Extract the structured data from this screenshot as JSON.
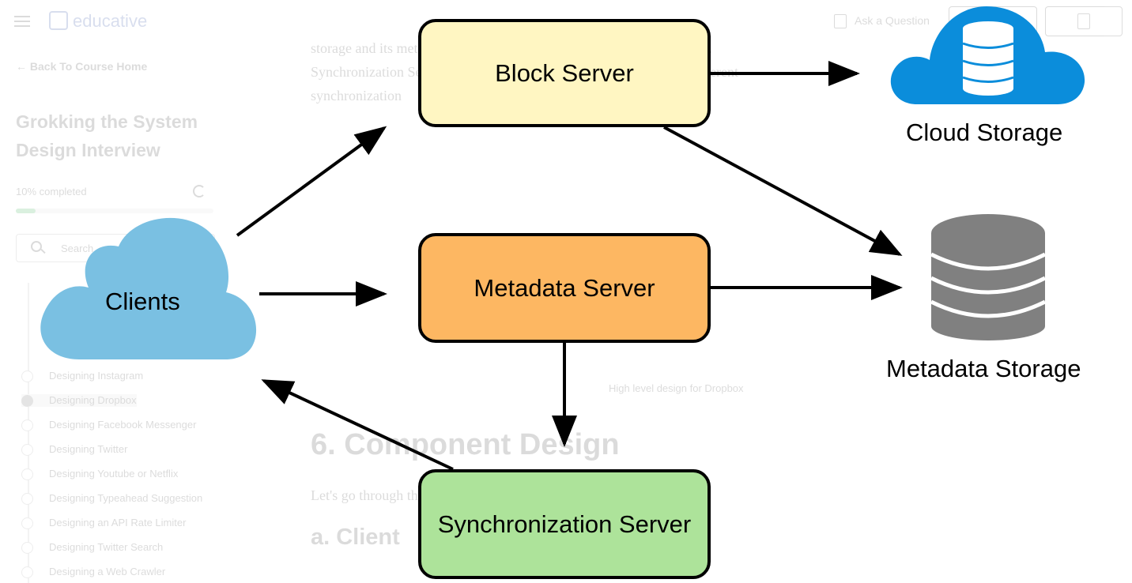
{
  "background_page": {
    "logo_text": "educative",
    "ask_question": "Ask a Question",
    "back_link": "Back To Course Home",
    "course_title": "Grokking the System Design Interview",
    "progress_label": "10% completed",
    "progress_fraction": 0.1,
    "search_placeholder": "Search",
    "lessons": [
      "Designing Instagram",
      "Designing Dropbox",
      "Designing Facebook Messenger",
      "Designing Twitter",
      "Designing Youtube or Netflix",
      "Designing Typeahead Suggestion",
      "Designing an API Rate Limiter",
      "Designing Twitter Search",
      "Designing a Web Crawler"
    ],
    "current_lesson": "Designing Dropbox",
    "paragraph_lines": [
      "storage and its metadata will be updated in a SQL or NoSQL database.",
      "Synchronization Servers will handle the workflow of notifying all different",
      "synchronization"
    ],
    "figure_caption": "High level design for Dropbox",
    "section_heading": "6. Component Design",
    "section_intro": "Let's go through the major components of our system one by one:",
    "subsection_heading": "a. Client"
  },
  "diagram": {
    "clients": "Clients",
    "block_server": "Block Server",
    "metadata_server": "Metadata Server",
    "sync_server": "Synchronization Server",
    "cloud_storage": "Cloud Storage",
    "metadata_storage": "Metadata Storage",
    "colors": {
      "clients_cloud": "#7ac0e2",
      "block_server": "#fff6c2",
      "metadata_server": "#fdb762",
      "sync_server": "#ade39a",
      "cloud_storage": "#0b8ddb",
      "database_icon": "#808080"
    }
  }
}
